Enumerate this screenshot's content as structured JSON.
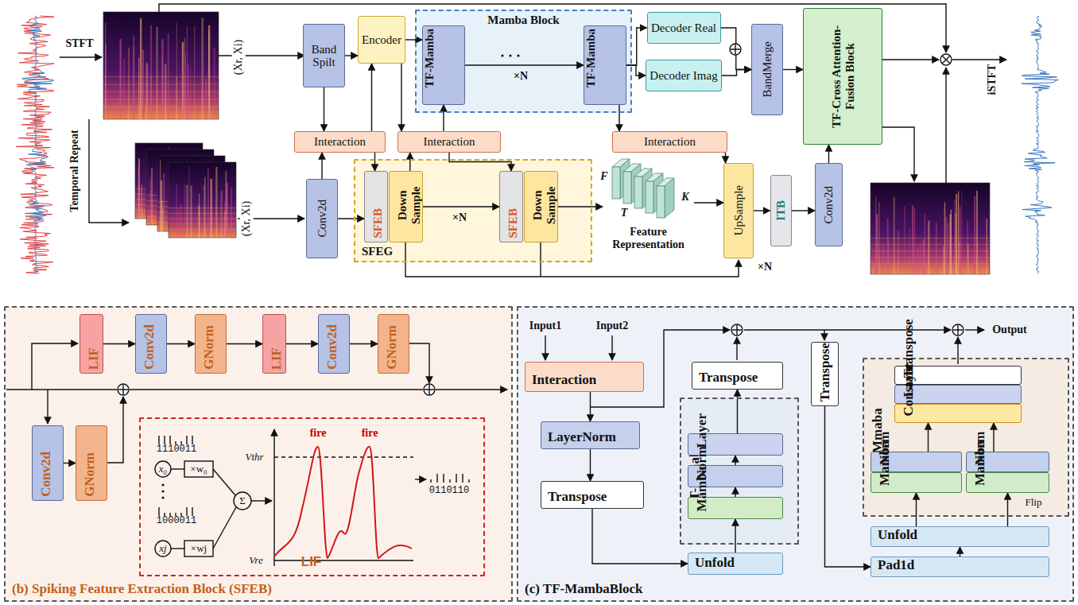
{
  "diagram": {
    "nodes": [
      {
        "text": [
          "Band Spilt"
        ]
      },
      {
        "text": [
          "Encoder"
        ]
      },
      {
        "text": [
          "Mamba Block"
        ]
      },
      {
        "text": [
          "TF-Mamba"
        ],
        "in": 2
      },
      {
        "text": [
          "TF-Mamba"
        ],
        "in": 2
      },
      {
        "text": [
          "Decoder Real"
        ]
      },
      {
        "text": [
          "Decoder Imag"
        ]
      },
      {
        "text": [
          "BandMerge"
        ]
      },
      {
        "text": [
          "TF-Cross Attention-Fusion Block"
        ]
      },
      {
        "text": [
          "Interaction"
        ]
      },
      {
        "text": [
          "Interaction"
        ]
      },
      {
        "text": [
          "Interaction"
        ]
      },
      {
        "text": [
          "Conv2d"
        ]
      },
      {
        "text": [
          "SFEG"
        ]
      },
      {
        "text": [
          "SFEB"
        ],
        "in": 13
      },
      {
        "text": [
          "Down Sample"
        ],
        "in": 13
      },
      {
        "text": [
          "SFEB"
        ],
        "in": 13
      },
      {
        "text": [
          "Down Sample"
        ],
        "in": 13
      },
      {
        "text": [
          "Feature Representation"
        ]
      },
      {
        "text": [
          "UpSample"
        ]
      },
      {
        "text": [
          "ITB"
        ]
      },
      {
        "text": [
          "Conv2d"
        ]
      },
      {
        "text": [
          "(b) Spiking Feature Extraction Block (SFEB)"
        ]
      },
      {
        "text": [
          "LIF"
        ],
        "in": 22
      },
      {
        "text": [
          "Conv2d"
        ],
        "in": 22
      },
      {
        "text": [
          "GNorm"
        ],
        "in": 22
      },
      {
        "text": [
          "LIF"
        ],
        "in": 22
      },
      {
        "text": [
          "Conv2d"
        ],
        "in": 22
      },
      {
        "text": [
          "GNorm"
        ],
        "in": 22
      },
      {
        "text": [
          "Conv2d"
        ],
        "in": 22
      },
      {
        "text": [
          "GNorm"
        ],
        "in": 22
      },
      {
        "text": [
          "LIF"
        ],
        "in": 22
      },
      {
        "text": [
          "(c) TF-MambaBlock"
        ]
      },
      {
        "text": [
          "Interaction"
        ],
        "in": 32
      },
      {
        "text": [
          "LayerNorm"
        ],
        "in": 32
      },
      {
        "text": [
          "Transpose"
        ],
        "in": 32
      },
      {
        "text": [
          "T-Mmaba"
        ],
        "in": 32
      },
      {
        "text": [
          "Layer"
        ],
        "in": 36
      },
      {
        "text": [
          "Norm"
        ],
        "in": 36
      },
      {
        "text": [
          "Mamba"
        ],
        "in": 36
      },
      {
        "text": [
          "Unfold"
        ],
        "in": 32
      },
      {
        "text": [
          "Transpose"
        ],
        "in": 32
      },
      {
        "text": [
          "Transpose"
        ],
        "in": 32
      },
      {
        "text": [
          "F-Mmaba"
        ],
        "in": 32
      },
      {
        "text": [
          "Transpose"
        ],
        "in": 43
      },
      {
        "text": [
          "Layer"
        ],
        "in": 43
      },
      {
        "text": [
          "Constant"
        ],
        "in": 43
      },
      {
        "text": [
          "Norm"
        ],
        "in": 43
      },
      {
        "text": [
          "Mamba"
        ],
        "in": 43
      },
      {
        "text": [
          "Norm"
        ],
        "in": 43
      },
      {
        "text": [
          "Mamba"
        ],
        "in": 43
      },
      {
        "text": [
          "Unfold"
        ],
        "in": 32
      },
      {
        "text": [
          "Pad1d"
        ],
        "in": 32
      }
    ],
    "edges": [
      {
        "from": 0,
        "to": 1,
        "arrow": "to"
      },
      {
        "from": 1,
        "to": 3,
        "arrow": "to"
      },
      {
        "from": 3,
        "to": 4,
        "arrow": "to"
      },
      {
        "from": 4,
        "to": 5,
        "arrow": "to"
      },
      {
        "from": 4,
        "to": 6,
        "arrow": "to"
      },
      {
        "from": 5,
        "to": 7,
        "arrow": "to"
      },
      {
        "from": 6,
        "to": 7,
        "arrow": "to"
      },
      {
        "from": 7,
        "to": 8,
        "arrow": "to"
      },
      {
        "from": 0,
        "to": 9,
        "arrow": "to"
      },
      {
        "from": 9,
        "to": 1,
        "arrow": "to"
      },
      {
        "from": 9,
        "to": 14,
        "arrow": "to"
      },
      {
        "from": 12,
        "to": 9,
        "arrow": "to"
      },
      {
        "from": 12,
        "to": 14,
        "arrow": "to"
      },
      {
        "from": 15,
        "to": 16,
        "arrow": "to"
      },
      {
        "from": 1,
        "to": 10,
        "arrow": "to"
      },
      {
        "from": 10,
        "to": 3,
        "arrow": "to"
      },
      {
        "from": 15,
        "to": 10,
        "arrow": "to"
      },
      {
        "from": 10,
        "to": 16,
        "arrow": "to"
      },
      {
        "from": 17,
        "to": 18,
        "arrow": "to"
      },
      {
        "from": 18,
        "to": 19,
        "arrow": "to"
      },
      {
        "from": 19,
        "to": 20,
        "arrow": "to"
      },
      {
        "from": 20,
        "to": 21,
        "arrow": "to"
      },
      {
        "from": 21,
        "to": 8,
        "arrow": "to"
      },
      {
        "from": 4,
        "to": 11,
        "arrow": "to"
      },
      {
        "from": 11,
        "to": 19,
        "arrow": "to"
      },
      {
        "from": 23,
        "to": 24,
        "arrow": "to"
      },
      {
        "from": 24,
        "to": 25,
        "arrow": "to"
      },
      {
        "from": 25,
        "to": 26,
        "arrow": "to"
      },
      {
        "from": 26,
        "to": 27,
        "arrow": "to"
      },
      {
        "from": 27,
        "to": 28,
        "arrow": "to"
      },
      {
        "from": 29,
        "to": 30,
        "arrow": "to"
      },
      {
        "from": 33,
        "to": 34,
        "arrow": "to"
      },
      {
        "from": 34,
        "to": 35,
        "arrow": "to"
      },
      {
        "from": 35,
        "to": 40,
        "arrow": "to"
      },
      {
        "from": 40,
        "to": 39,
        "arrow": "to"
      },
      {
        "from": 39,
        "to": 38,
        "arrow": "to"
      },
      {
        "from": 38,
        "to": 37,
        "arrow": "to"
      },
      {
        "from": 37,
        "to": 41,
        "arrow": "to"
      },
      {
        "from": 42,
        "to": 52,
        "arrow": "to"
      },
      {
        "from": 52,
        "to": 51,
        "arrow": "to"
      },
      {
        "from": 51,
        "to": 48,
        "arrow": "to"
      },
      {
        "from": 51,
        "to": 50,
        "arrow": "to"
      },
      {
        "from": 47,
        "to": 46,
        "arrow": "to"
      },
      {
        "from": 49,
        "to": 46,
        "arrow": "to"
      }
    ],
    "labels": [
      "STFT",
      "Temporal Repeat",
      "(Xr, Xi)",
      "(Xr, Xi)",
      "×N",
      "×N",
      "F",
      "T",
      "K",
      "×N",
      "iSTFT",
      "1110011",
      "1000011",
      "x₀",
      "×w₀",
      "xj",
      "×wj",
      "Σ",
      "Vthr",
      "Vre",
      "fire",
      "fire",
      "0110110",
      "Input1",
      "Input2",
      "Flip",
      "Output"
    ]
  }
}
